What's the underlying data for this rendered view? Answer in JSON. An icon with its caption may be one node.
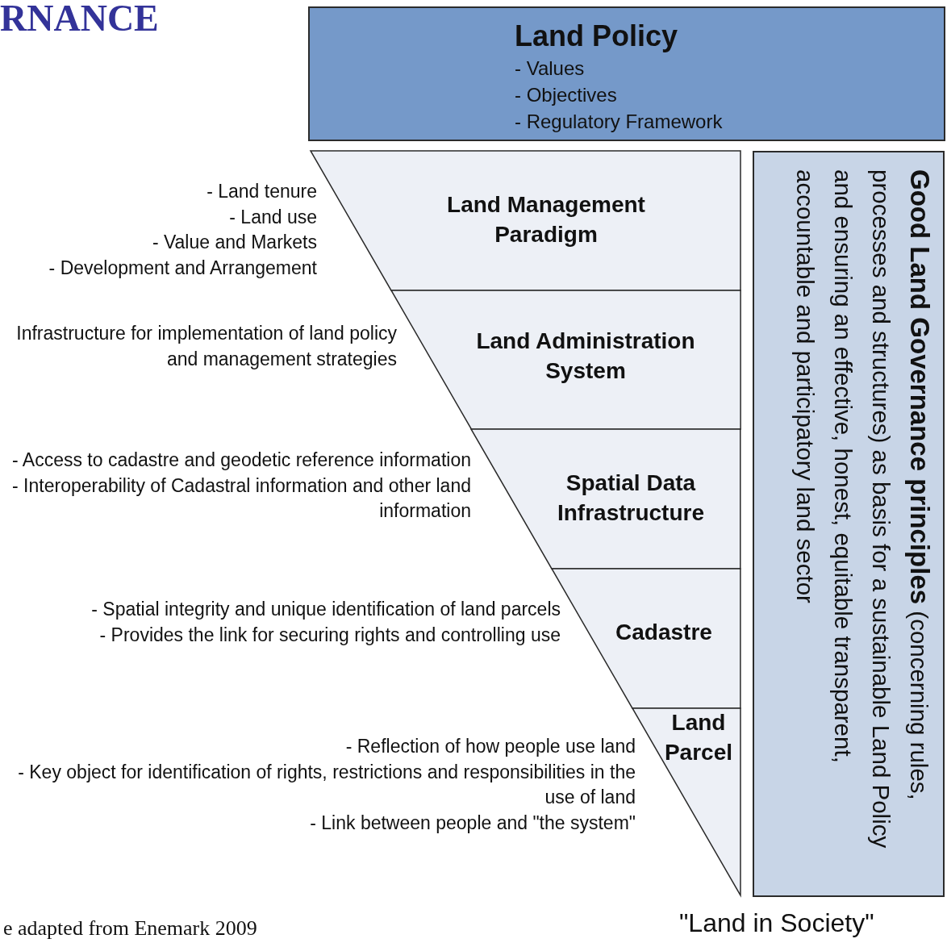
{
  "diagram": {
    "nodes": [
      {
        "text": [
          "Land Policy",
          "- Values",
          "- Objectives",
          "- Regulatory Framework"
        ]
      },
      {
        "text": [
          "Land Management Paradigm"
        ],
        "beside": [
          "- Land tenure",
          "- Land use",
          "- Value and Markets",
          "- Development and Arrangement"
        ]
      },
      {
        "text": [
          "Land Administration System"
        ],
        "beside": [
          "Infrastructure for implementation of land policy and management strategies"
        ]
      },
      {
        "text": [
          "Spatial Data Infrastructure"
        ],
        "beside": [
          "- Access to cadastre and geodetic reference information",
          "- Interoperability of Cadastral information and other land information"
        ]
      },
      {
        "text": [
          "Cadastre"
        ],
        "beside": [
          "- Spatial integrity and unique identification of land parcels",
          "- Provides the link for securing rights and controlling use"
        ]
      },
      {
        "text": [
          "Land Parcel"
        ],
        "beside": [
          "- Reflection of how people use land",
          "- Key object for identification of rights, restrictions and responsibilities in the use of land",
          "- Link between people and \"the system\""
        ]
      },
      {
        "text": [
          "**Good Land Governance principles** (concerning rules, processes and structures) as basis for a sustainable Land Policy and ensuring an effective, honest, equitable transparent, accountable and participatory land sector"
        ]
      }
    ],
    "labels": [
      "RNANCE",
      "\"Land in Society\"",
      "e adapted from Enemark 2009"
    ]
  }
}
